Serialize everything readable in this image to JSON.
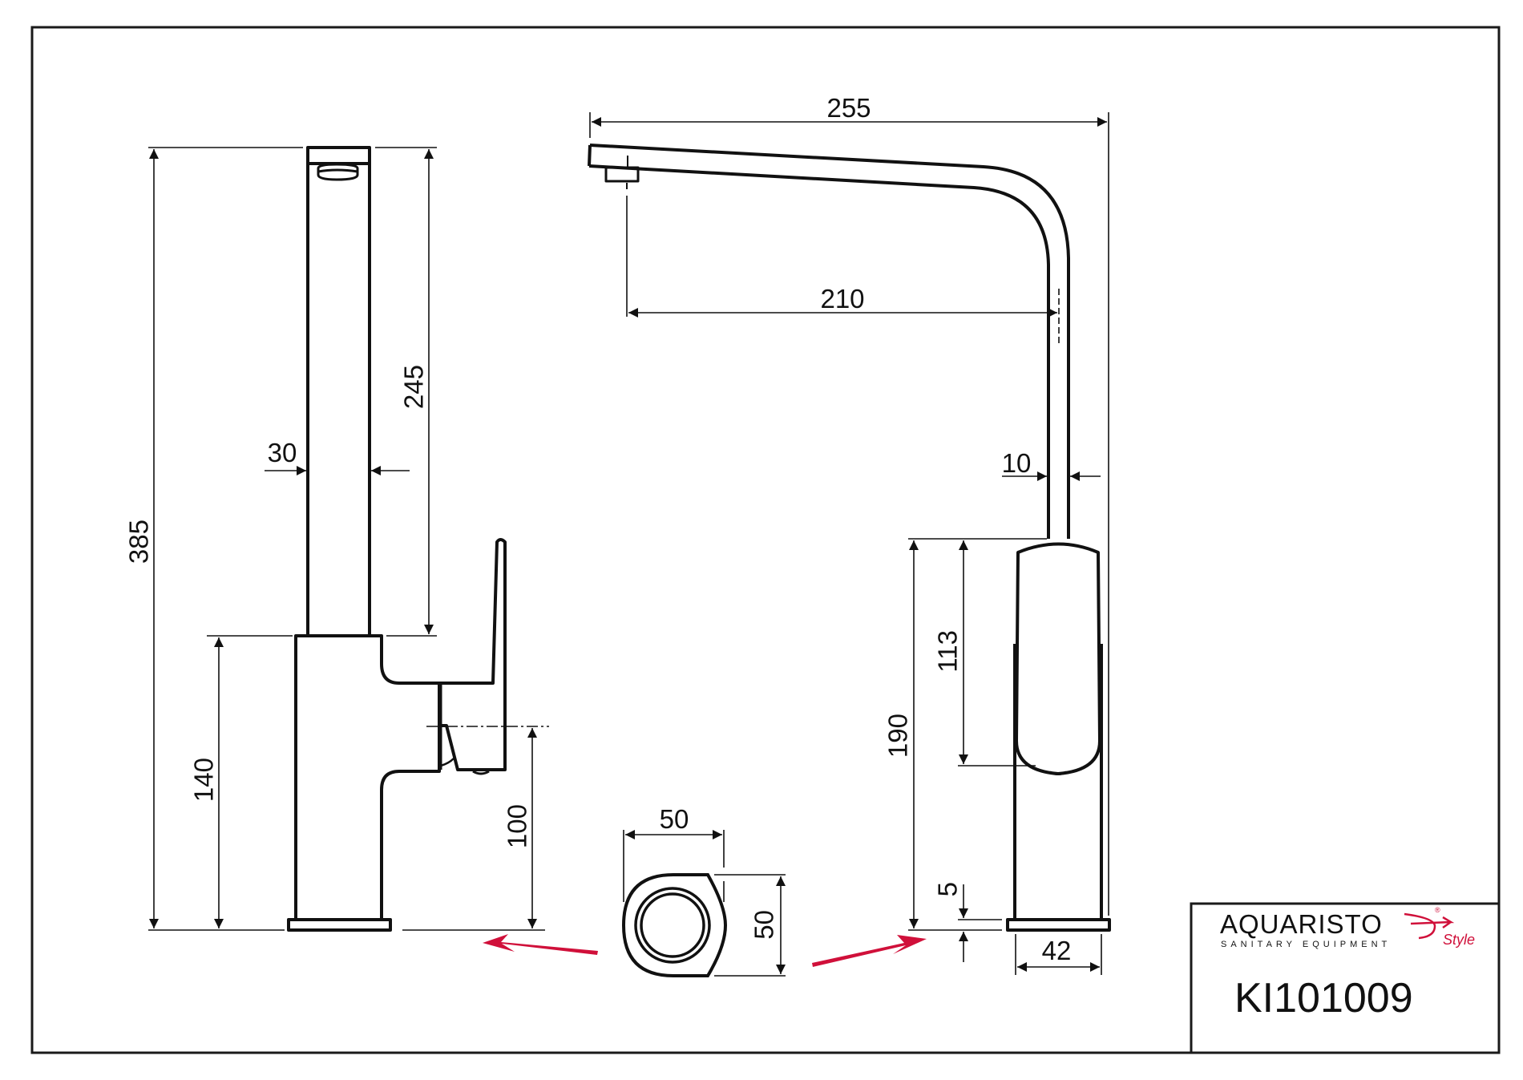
{
  "drawing": {
    "title": "Kitchen faucet dimensional drawing",
    "colors": {
      "line": "#111111",
      "accent": "#d0103a",
      "frame": "#1a1a1a"
    }
  },
  "side_view": {
    "dimensions": {
      "overall_height": "385",
      "spout_height": "245",
      "spout_width": "30",
      "body_height": "140",
      "lever_axis_height": "100"
    }
  },
  "front_view": {
    "dimensions": {
      "overall_reach": "255",
      "outlet_reach": "210",
      "spout_diameter": "10",
      "body_height": "190",
      "lever_height": "113",
      "base_thickness": "5",
      "base_width": "42"
    }
  },
  "top_view": {
    "dimensions": {
      "width": "50",
      "depth": "50"
    }
  },
  "title_block": {
    "brand_name": "AQUARISTO",
    "brand_tagline": "SANITARY EQUIPMENT",
    "brand_script": "Style",
    "registered_mark": "®",
    "model_code": "KI101009"
  }
}
